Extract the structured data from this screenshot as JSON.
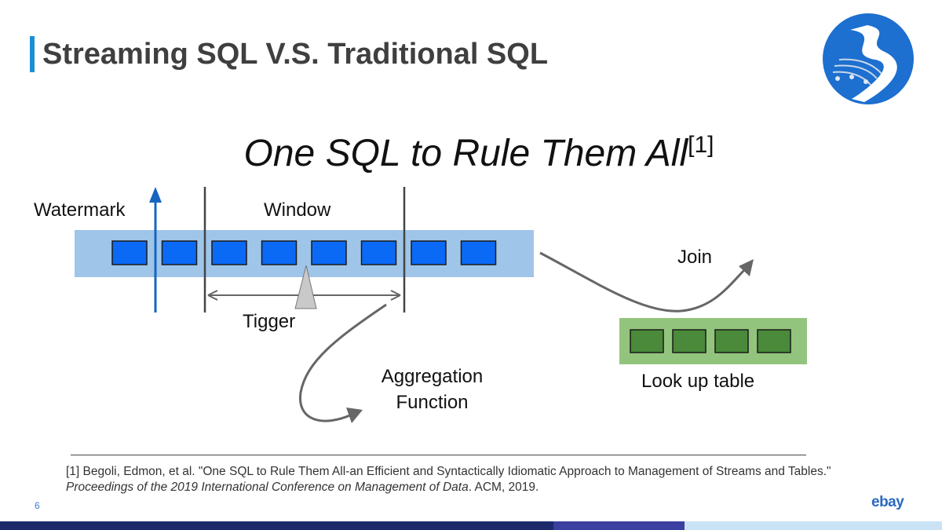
{
  "slide": {
    "title": "Streaming SQL V.S. Traditional SQL",
    "headline": "One SQL to Rule Them All",
    "headline_ref": "[1]",
    "page_number": "6",
    "brand": "ebay"
  },
  "diagram": {
    "labels": {
      "watermark": "Watermark",
      "window": "Window",
      "trigger": "Tigger",
      "aggregation_line1": "Aggregation",
      "aggregation_line2": "Function",
      "join": "Join",
      "lookup_table": "Look up table"
    },
    "stream_event_count": 8,
    "lookup_row_count": 4,
    "colors": {
      "stream_band": "#9fc5e8",
      "event_box": "#0b6af5",
      "lookup_band": "#93c47d",
      "lookup_box": "#4a8a3a",
      "watermark_arrow": "#1565c0",
      "arrows": "#666666",
      "title_accent": "#1a8fd6"
    }
  },
  "footnote": {
    "ref": "[1]",
    "text_before": " Begoli, Edmon, et al. \"One SQL to Rule Them All-an Efficient and Syntactically Idiomatic Approach to Management of Streams and Tables.\" ",
    "venue": "Proceedings of the 2019 International Conference on Management of Data",
    "text_after": ". ACM, 2019."
  },
  "bottom_band_colors": [
    "#1c2a6b",
    "#3b3fa0",
    "#c9e3f5"
  ]
}
